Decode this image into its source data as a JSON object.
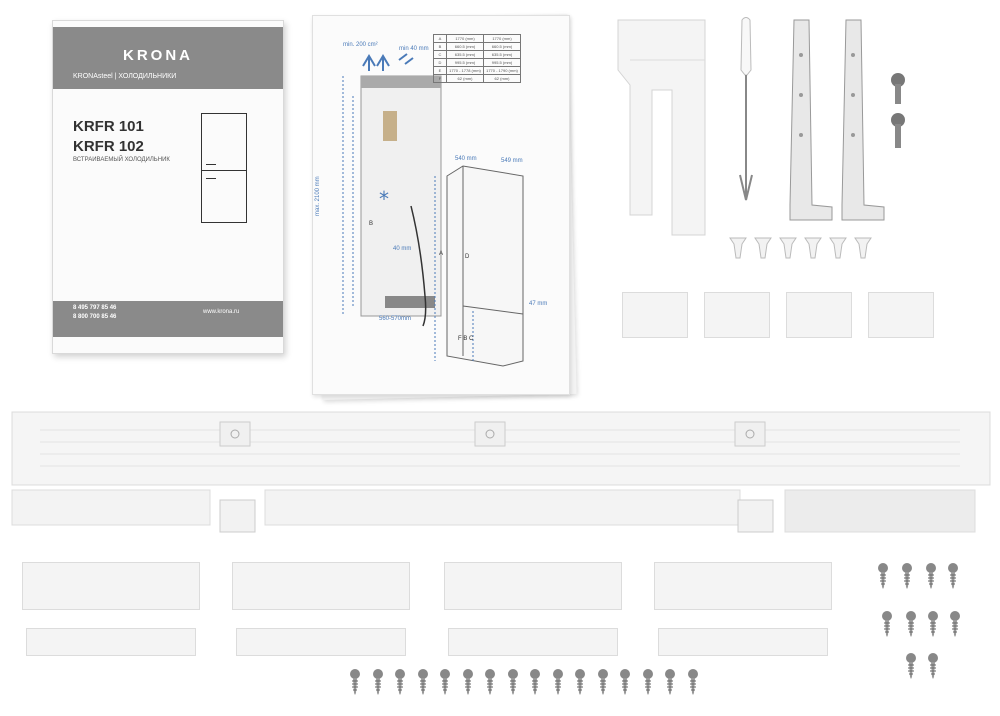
{
  "manual": {
    "brand": "KRONA",
    "series": "KRONAsteel | ХОЛОДИЛЬНИКИ",
    "model_1": "KRFR 101",
    "model_2": "KRFR 102",
    "description": "ВСТРАИВАЕМЫЙ ХОЛОДИЛЬНИК",
    "phone_1": "8 495 797 85 46",
    "phone_2": "8 800 700 85 46",
    "website": "www.krona.ru"
  },
  "sheet": {
    "vent_label": "min. 200 cm²",
    "gap_label": "min 40 mm",
    "height_label": "max. 2100 mm",
    "width_label": "560-570mm",
    "depth_label_1": "540 mm",
    "depth_label_2": "549 mm",
    "gap_bottom": "40 mm",
    "dim_a": "A",
    "dim_b": "B",
    "dim_d": "D",
    "dim_fbc": "F B C",
    "small_dim": "47 mm",
    "table": [
      [
        "A",
        "1770 (mm)",
        "1770 (mm)"
      ],
      [
        "B",
        "660.5 (mm)",
        "660.5 (mm)"
      ],
      [
        "C",
        "635.5 (mm)",
        "635.5 (mm)"
      ],
      [
        "D",
        "995.5 (mm)",
        "995.5 (mm)"
      ],
      [
        "E",
        "1770 - 1778 (mm)",
        "1770 - 1790 (mm)"
      ],
      [
        "F",
        "62 (mm)",
        "62 (mm)"
      ]
    ]
  },
  "colors": {
    "background": "#ffffff",
    "manual_band": "#8a8a8a",
    "plastic": "#f4f4f4",
    "screw": "#8e8e8e",
    "diagram_blue": "#4a7ab8"
  }
}
